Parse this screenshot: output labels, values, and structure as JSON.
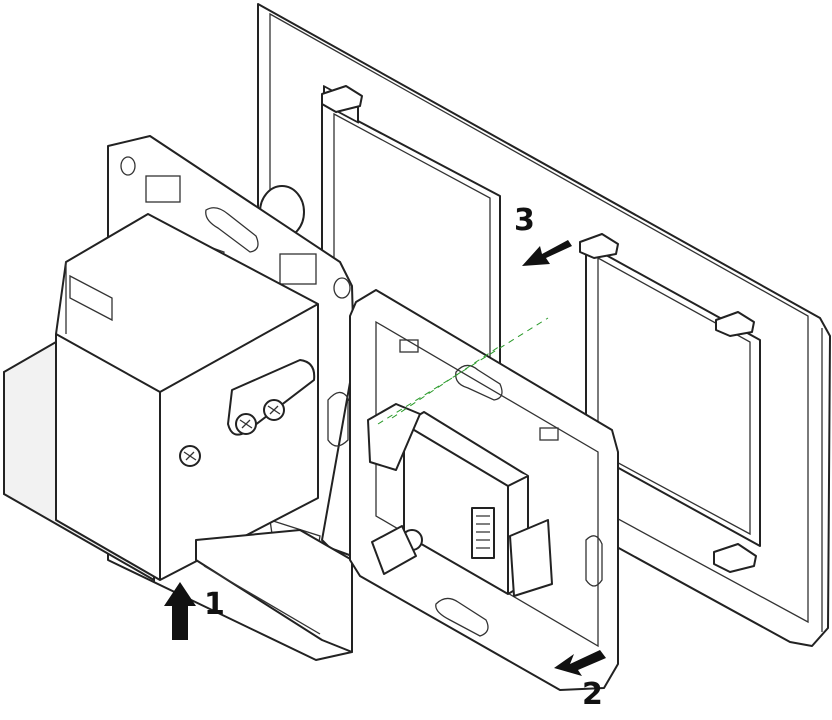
{
  "steps": [
    {
      "number": "1",
      "direction": "up"
    },
    {
      "number": "2",
      "direction": "down-left"
    },
    {
      "number": "3",
      "direction": "down-left"
    }
  ],
  "colors": {
    "line": "#222222",
    "arrow": "#111111",
    "guide": "#2a9a2a",
    "background": "#ffffff"
  }
}
